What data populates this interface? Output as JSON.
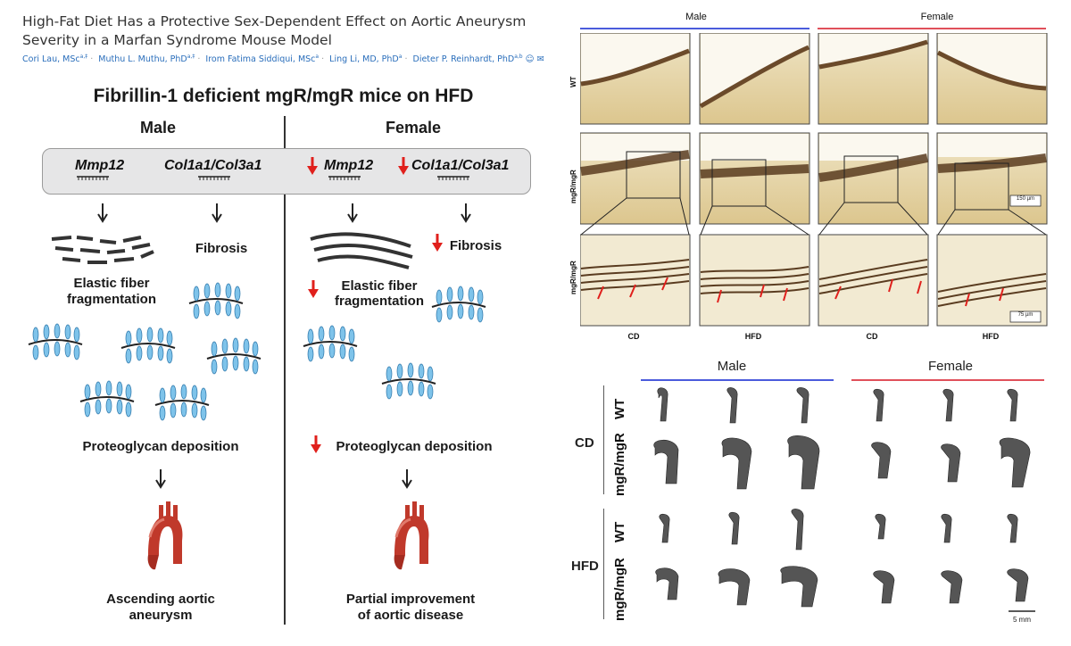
{
  "paper": {
    "title": "High-Fat Diet Has a Protective Sex-Dependent Effect on Aortic Aneurysm Severity in a Marfan Syndrome Mouse Model",
    "authors": [
      {
        "name": "Cori Lau, MSc",
        "aff": "a,‡"
      },
      {
        "name": "Muthu L. Muthu, PhD",
        "aff": "a,‡"
      },
      {
        "name": "Irom Fatima Siddiqui, MSc",
        "aff": "a"
      },
      {
        "name": "Ling Li, MD, PhD",
        "aff": "a"
      },
      {
        "name": "Dieter P. Reinhardt, PhD",
        "aff": "a,b"
      }
    ]
  },
  "abstract_graphic": {
    "title": "Fibrillin-1 deficient mgR/mgR mice on HFD",
    "male": {
      "heading": "Male",
      "gene1": "Mmp12",
      "gene2": "Col1a1/Col3a1",
      "fibrosis": "Fibrosis",
      "elastic1": "Elastic fiber",
      "elastic2": "fragmentation",
      "proteoglycan": "Proteoglycan deposition",
      "outcome1": "Ascending aortic",
      "outcome2": "aneurysm"
    },
    "female": {
      "heading": "Female",
      "gene1": "Mmp12",
      "gene2": "Col1a1/Col3a1",
      "fibrosis": "Fibrosis",
      "elastic1": "Elastic fiber",
      "elastic2": "fragmentation",
      "proteoglycan": "Proteoglycan deposition",
      "outcome1": "Partial improvement",
      "outcome2": "of aortic disease"
    },
    "colors": {
      "down_arrow": "#e0201c",
      "proteoglycan": "#7ec3ea",
      "aorta": "#c0392b"
    }
  },
  "histology": {
    "male": "Male",
    "female": "Female",
    "rows": [
      "WT",
      "mgR/mgR",
      "mgR/mgR"
    ],
    "cols": [
      "CD",
      "HFD",
      "CD",
      "HFD"
    ],
    "scale1": "150 µm",
    "scale2": "75 µm"
  },
  "aorta_panel": {
    "male": "Male",
    "female": "Female",
    "diets": [
      "CD",
      "HFD"
    ],
    "genotypes": [
      "WT",
      "mgR/mgR"
    ],
    "scale": "5 mm"
  }
}
